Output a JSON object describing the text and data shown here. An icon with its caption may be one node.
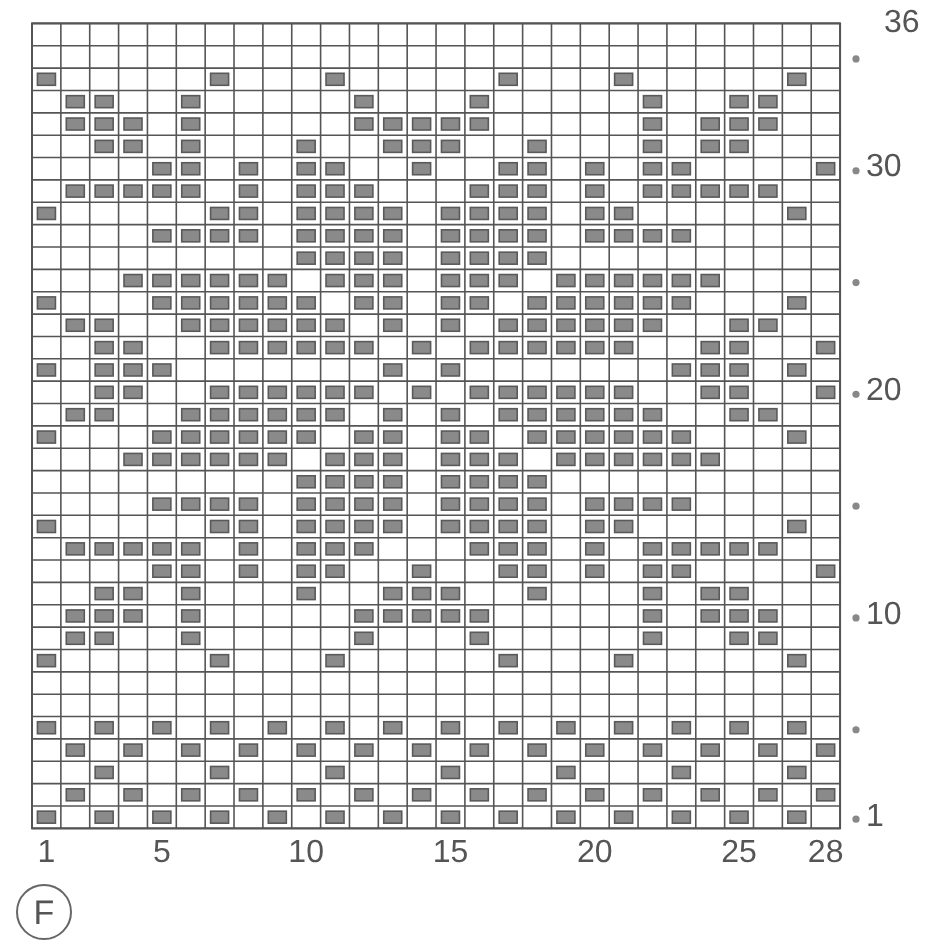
{
  "diagram": {
    "nodes": [
      {
        "text": [
          "F"
        ]
      }
    ],
    "labels": [
      "36",
      "30",
      "20",
      "10",
      "1",
      "1",
      "5",
      "10",
      "15",
      "20",
      "25",
      "28"
    ]
  }
}
